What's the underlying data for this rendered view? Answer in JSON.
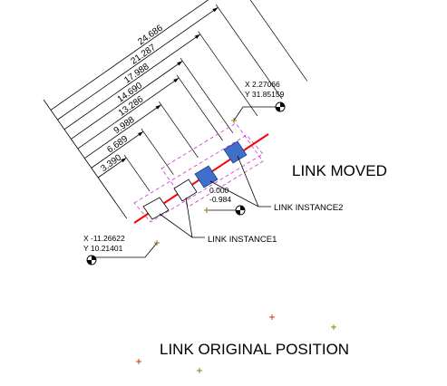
{
  "dimensions": [
    "24.686",
    "21.287",
    "17.988",
    "14.690",
    "13.286",
    "9.988",
    "6.689",
    "3.390"
  ],
  "top_coord": {
    "x": "X 2.27066",
    "y": "Y 31.85159"
  },
  "left_coord": {
    "x": "X -11.26622",
    "y": "Y 10.21401"
  },
  "offset": {
    "a": "0.000",
    "b": "-0.984"
  },
  "labels": {
    "link_instance2": "LINK INSTANCE2",
    "link_instance1": "LINK INSTANCE1",
    "link_moved": "LINK MOVED",
    "link_original": "LINK ORIGINAL POSITION"
  },
  "colors": {
    "link_line": "#ff0000",
    "instance_fill": "#3f6fc8",
    "instance_stroke": "#1f3f8f",
    "frame": "#cc33cc",
    "marker": "#8a6a00",
    "marker_red": "#cc2200"
  },
  "icons": [
    "datum-target-icon",
    "cross-marker-icon"
  ]
}
